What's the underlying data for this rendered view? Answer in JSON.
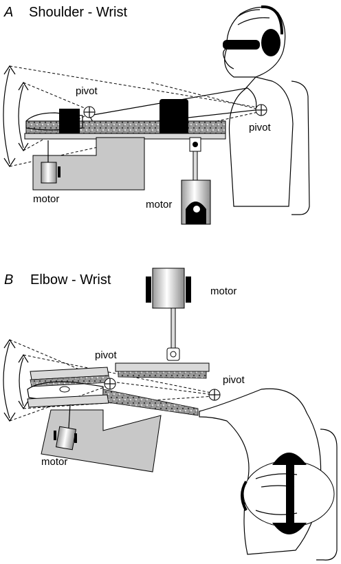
{
  "panel_a": {
    "letter": "A",
    "title": "Shoulder - Wrist",
    "labels": {
      "pivot_hand": "pivot",
      "pivot_shoulder": "pivot",
      "motor_left": "motor",
      "motor_right": "motor"
    }
  },
  "panel_b": {
    "letter": "B",
    "title": "Elbow - Wrist",
    "labels": {
      "motor_top": "motor",
      "pivot_top": "pivot",
      "pivot_right": "pivot",
      "motor_left": "motor"
    }
  },
  "colors": {
    "stroke": "#000000",
    "platform_fill": "#c8c8c8",
    "mottled_fill": "#8a8a8a",
    "cuff_fill": "#000000",
    "background": "#ffffff"
  }
}
